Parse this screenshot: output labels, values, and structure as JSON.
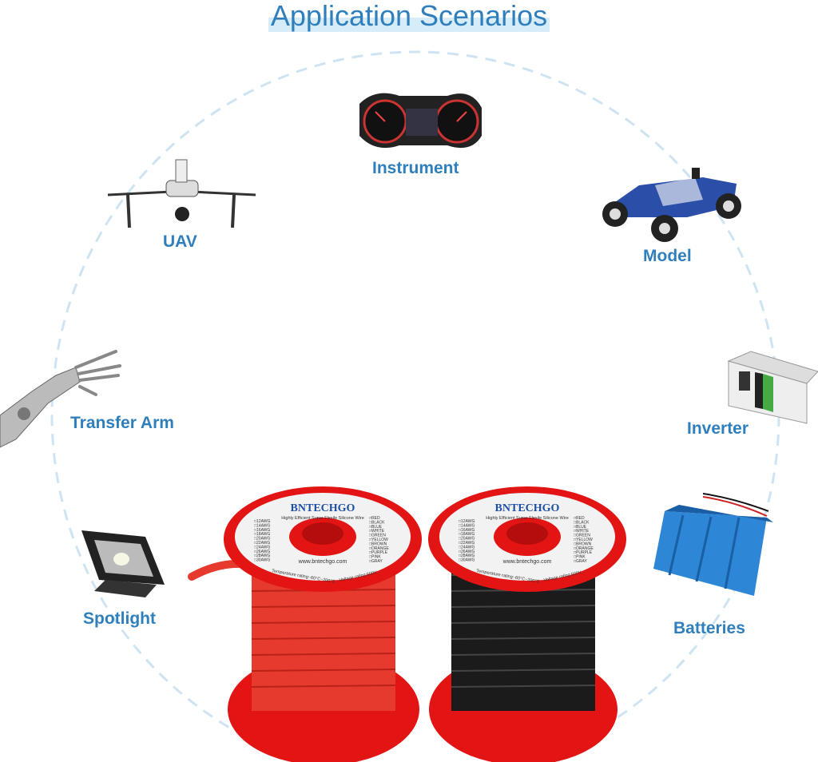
{
  "page": {
    "title": "Application Scenarios",
    "accent_color": "#2f7fbd"
  },
  "scenarios": [
    {
      "label": "Instrument",
      "icon": "dashboard-instrument-icon"
    },
    {
      "label": "UAV",
      "icon": "drone-icon"
    },
    {
      "label": "Model",
      "icon": "rc-car-icon"
    },
    {
      "label": "Transfer Arm",
      "icon": "robotic-arm-icon"
    },
    {
      "label": "Inverter",
      "icon": "inverter-icon"
    },
    {
      "label": "Spotlight",
      "icon": "floodlight-icon"
    },
    {
      "label": "Batteries",
      "icon": "battery-pack-icon"
    }
  ],
  "spools": {
    "brand": "BNTECHGO",
    "tagline": "Highly Efficient Super Flexile Silicone Wire",
    "website": "www.bntechgo.com",
    "temperature": "Temperature rating:-60°C~200°C",
    "voltage": "Voltage rating:600V",
    "gauges": [
      "12AWG",
      "14AWG",
      "16AWG",
      "18AWG",
      "20AWG",
      "22AWG",
      "24AWG",
      "26AWG",
      "28AWG",
      "30AWG"
    ],
    "colors": [
      "RED",
      "BLACK",
      "BLUE",
      "WHITE",
      "GREEN",
      "YELLOW",
      "BROWN",
      "ORANGE",
      "PURPLE",
      "PINK",
      "GRAY"
    ],
    "wire_colors": [
      "red",
      "black"
    ]
  }
}
